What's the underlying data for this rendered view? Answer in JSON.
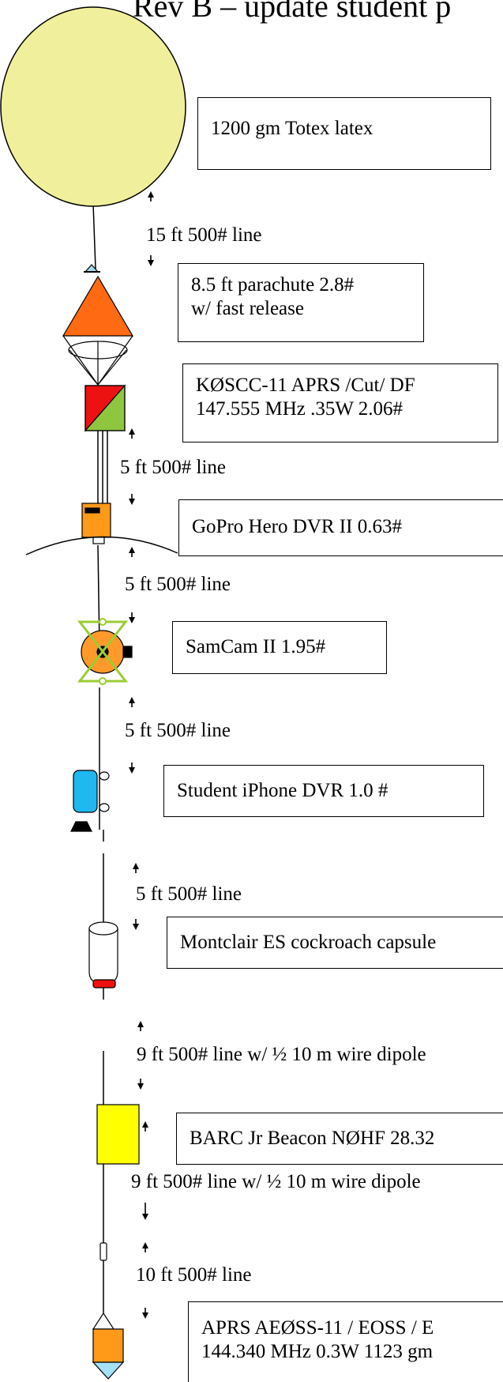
{
  "title": "Rev B – update student p",
  "components": {
    "balloon": {
      "label": "1200 gm Totex latex"
    },
    "parachute": {
      "line1": "8.5 ft parachute 2.8#",
      "line2": "w/ fast release"
    },
    "aprs_cut_df": {
      "line1": "KØSCC-11 APRS /Cut/ DF",
      "line2": "147.555 MHz  .35W 2.06#"
    },
    "gopro": {
      "label": "GoPro Hero DVR II 0.63#"
    },
    "samcam": {
      "label": "SamCam II 1.95#"
    },
    "iphone": {
      "label": "Student iPhone DVR 1.0 #"
    },
    "cockroach": {
      "label": "Montclair ES cockroach capsule"
    },
    "beacon": {
      "label": "BARC Jr Beacon NØHF 28.32"
    },
    "aprs_eoss": {
      "line1": "APRS AEØSS-11  / EOSS / E",
      "line2": "144.340 MHz  0.3W 1123 gm"
    }
  },
  "lines": {
    "l1": "15 ft 500# line",
    "l2": "5 ft 500# line",
    "l3": "5 ft 500# line",
    "l4": "5 ft 500# line",
    "l5": "5 ft 500# line",
    "l6": "9 ft 500# line w/ ½ 10 m wire dipole",
    "l7": "9 ft 500# line w/ ½ 10 m wire dipole",
    "l8": "10 ft 500# line"
  },
  "colors": {
    "balloon": "#f0ef9c",
    "parachute_top": "#9fdcf0",
    "parachute_canopy": "#ff6a13",
    "cutter_red": "#ee1111",
    "cutter_green": "#8ec63f",
    "gopro": "#ff9a19",
    "samcam_body": "#ff9a2a",
    "samcam_frame": "#9acd32",
    "iphone": "#1fb8f0",
    "capsule_cap": "#ee1111",
    "beacon": "#ffff00",
    "eoss_body": "#ff9a19",
    "eoss_cone": "#a5e0f5"
  }
}
